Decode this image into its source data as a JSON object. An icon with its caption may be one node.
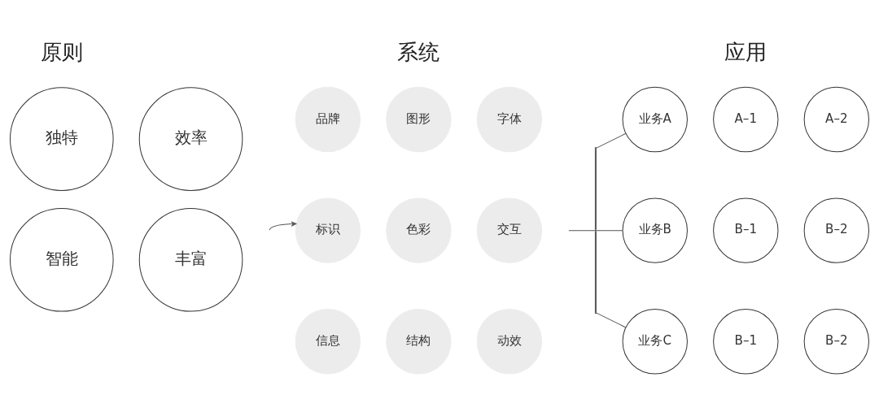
{
  "diagram": {
    "nodes": [
      {
        "text": [
          "独特"
        ]
      },
      {
        "text": [
          "效率"
        ]
      },
      {
        "text": [
          "智能"
        ]
      },
      {
        "text": [
          "丰富"
        ]
      },
      {
        "text": [
          "品牌"
        ]
      },
      {
        "text": [
          "图形"
        ]
      },
      {
        "text": [
          "字体"
        ]
      },
      {
        "text": [
          "标识"
        ]
      },
      {
        "text": [
          "色彩"
        ]
      },
      {
        "text": [
          "交互"
        ]
      },
      {
        "text": [
          "信息"
        ]
      },
      {
        "text": [
          "结构"
        ]
      },
      {
        "text": [
          "动效"
        ]
      },
      {
        "text": [
          "业务A"
        ]
      },
      {
        "text": [
          "A–1"
        ]
      },
      {
        "text": [
          "A–2"
        ]
      },
      {
        "text": [
          "业务B"
        ]
      },
      {
        "text": [
          "B–1"
        ]
      },
      {
        "text": [
          "B–2"
        ]
      },
      {
        "text": [
          "业务C"
        ]
      },
      {
        "text": [
          "B–1"
        ]
      },
      {
        "text": [
          "B–2"
        ]
      },
      {
        "text": [],
        "shape": "bar"
      }
    ],
    "edges": [
      {
        "from": null,
        "to": 7,
        "arrow": "to"
      },
      {
        "from": null,
        "to": 22,
        "arrow": "none"
      },
      {
        "from": 22,
        "to": 13,
        "arrow": "none"
      },
      {
        "from": 22,
        "to": 16,
        "arrow": "none"
      },
      {
        "from": 22,
        "to": 19,
        "arrow": "none"
      }
    ],
    "labels": [
      "原则",
      "系统",
      "应用"
    ]
  }
}
